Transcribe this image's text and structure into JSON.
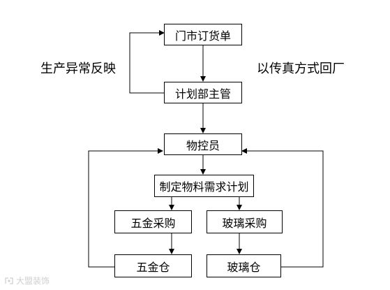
{
  "nodes": {
    "store_order": "门市订货单",
    "plan_manager": "计划部主管",
    "controller": "物控员",
    "material_plan": "制定物料需求计划",
    "hardware_purchase": "五金采购",
    "glass_purchase": "玻璃采购",
    "hardware_store": "五金仓",
    "glass_store": "玻璃仓"
  },
  "labels": {
    "left": "生产异常反映",
    "right": "以传真方式回厂"
  },
  "watermark": {
    "text": "大盟装饰"
  },
  "colors": {
    "line": "#000000",
    "box_border": "#000000",
    "background": "#ffffff",
    "watermark": "#cfcfcf"
  }
}
